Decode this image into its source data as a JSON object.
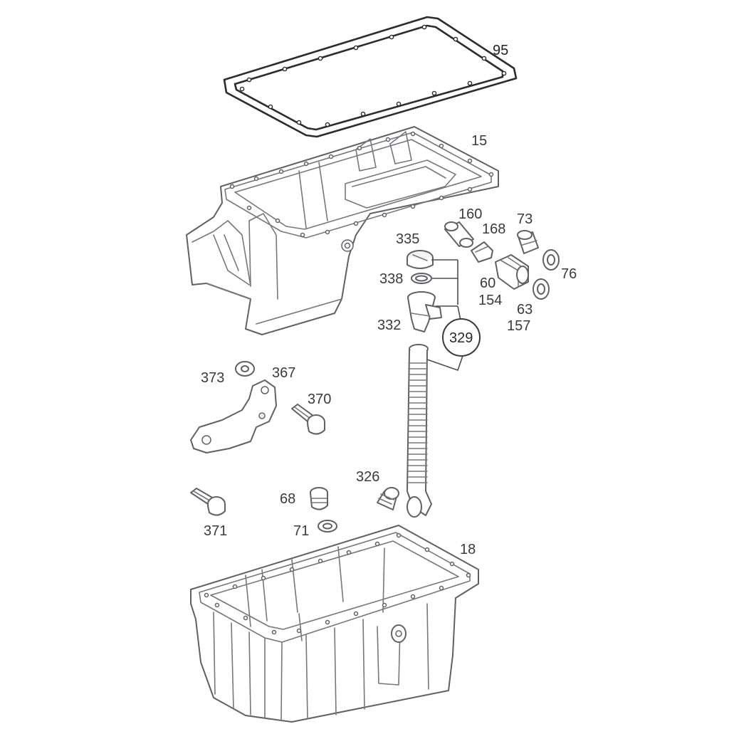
{
  "labels": {
    "l95": "95",
    "l15": "15",
    "l160": "160",
    "l168": "168",
    "l73": "73",
    "l335": "335",
    "l338": "338",
    "l76": "76",
    "l60": "60",
    "l154": "154",
    "l63": "63",
    "l157": "157",
    "l332": "332",
    "l329": "329",
    "l373": "373",
    "l367": "367",
    "l370": "370",
    "l326": "326",
    "l68": "68",
    "l71": "71",
    "l371": "371",
    "l18": "18"
  },
  "colors": {
    "line": "#5f6166",
    "gasket": "#2b2c30",
    "text": "#3a3b3f",
    "background": "#ffffff"
  }
}
